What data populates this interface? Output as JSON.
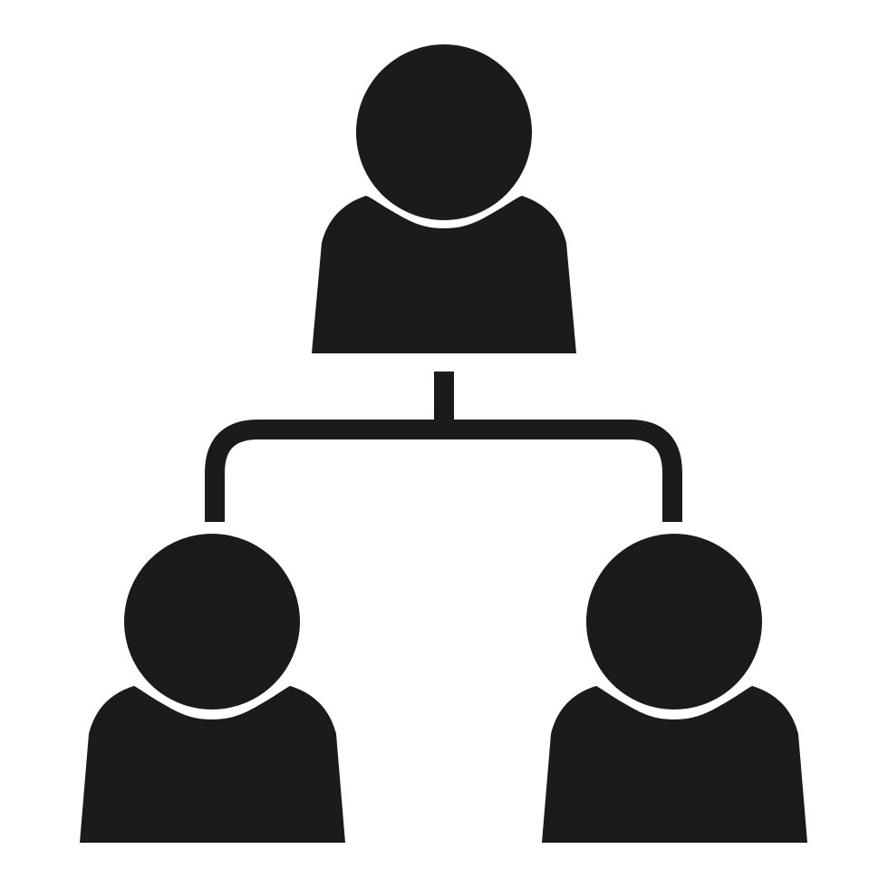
{
  "icon": {
    "name": "org-chart-hierarchy-icon",
    "nodes": [
      "top-person",
      "bottom-left-person",
      "bottom-right-person"
    ]
  },
  "colors": {
    "background": "#ffffff",
    "foreground": "#1b1b1b"
  }
}
